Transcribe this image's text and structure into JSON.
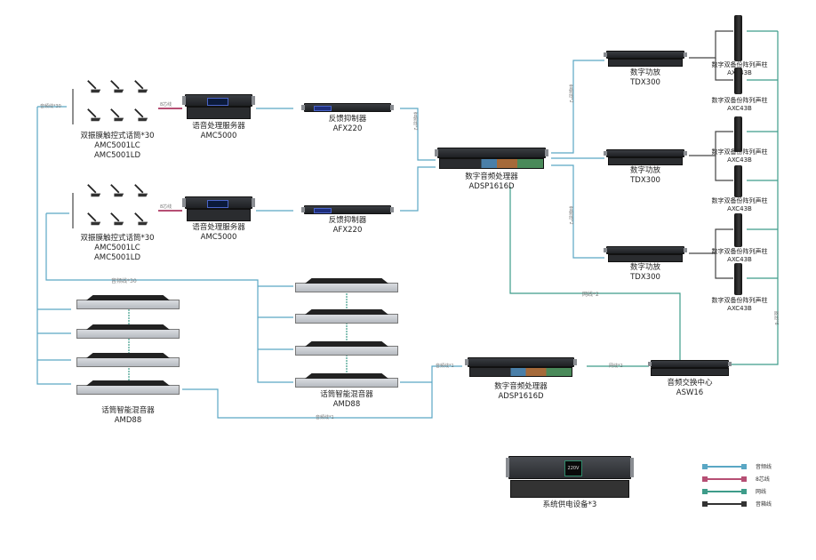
{
  "diagram": {
    "title": "",
    "colors": {
      "audio_line": "#5aa7c4",
      "eight_core_line": "#b64f74",
      "network_line": "#3e9c8a",
      "speaker_line": "#333333"
    },
    "devices": {
      "mic_group_1": {
        "name": "双振膜触控式话筒*30",
        "model1": "AMC5001LC",
        "model2": "AMC5001LD"
      },
      "mic_group_2": {
        "name": "双振膜触控式话筒*30",
        "model1": "AMC5001LC",
        "model2": "AMC5001LD"
      },
      "server_1": {
        "name": "语音处理服务器",
        "model": "AMC5000"
      },
      "server_2": {
        "name": "语音处理服务器",
        "model": "AMC5000"
      },
      "afx_1": {
        "name": "反馈抑制器",
        "model": "AFX220"
      },
      "afx_2": {
        "name": "反馈抑制器",
        "model": "AFX220"
      },
      "dsp_top": {
        "name": "数字音频处理器",
        "model": "ADSP1616D"
      },
      "amp_1": {
        "name": "数字功放",
        "model": "TDX300"
      },
      "amp_2": {
        "name": "数字功放",
        "model": "TDX300"
      },
      "amp_3": {
        "name": "数字功放",
        "model": "TDX300"
      },
      "speakers": [
        {
          "name": "数字双备份阵列声柱",
          "model": "AXC43B"
        },
        {
          "name": "数字双备份阵列声柱",
          "model": "AXC43B"
        },
        {
          "name": "数字双备份阵列声柱",
          "model": "AXC43B"
        },
        {
          "name": "数字双备份阵列声柱",
          "model": "AXC43B"
        },
        {
          "name": "数字双备份阵列声柱",
          "model": "AXC43B"
        },
        {
          "name": "数字双备份阵列声柱",
          "model": "AXC43B"
        }
      ],
      "mixer_left": {
        "name": "话筒智能混音器",
        "model": "AMD88"
      },
      "mixer_mid": {
        "name": "话筒智能混音器",
        "model": "AMD88"
      },
      "dsp_bottom": {
        "name": "数字音频处理器",
        "model": "ADSP1616D"
      },
      "switch": {
        "name": "音频交换中心",
        "model": "ASW16"
      },
      "power": {
        "name": "系统供电设备*3",
        "display": "220V"
      }
    },
    "wire_labels": {
      "audio_30_left": "音频线*30",
      "audio_30_mid": "音频线*30",
      "audio_2_a": "音频线*2",
      "audio_2_b": "音频线*2",
      "audio_2_c": "音频线*2",
      "audio_1": "音频线*1",
      "audio_1_b": "音频线*1",
      "net_2_a": "网线*2",
      "net_2_b": "网线*2",
      "net_6": "网线*6",
      "eight_core": "8芯线",
      "mic_link": "8芯线"
    },
    "legend": [
      {
        "label": "音频线",
        "color": "#5aa7c4"
      },
      {
        "label": "8芯线",
        "color": "#b64f74"
      },
      {
        "label": "网线",
        "color": "#3e9c8a"
      },
      {
        "label": "音箱线",
        "color": "#333333"
      }
    ]
  }
}
